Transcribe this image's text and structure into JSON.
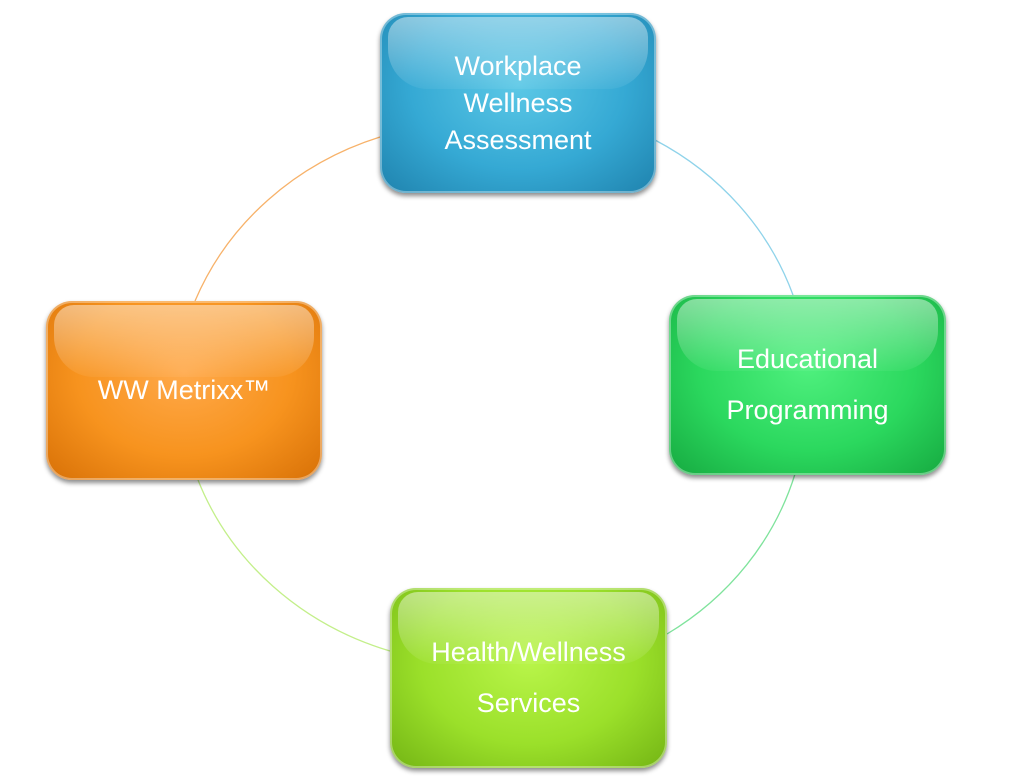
{
  "nodes": {
    "top": {
      "lines": [
        "Workplace",
        "Wellness",
        "Assessment"
      ],
      "color": "#35a9d4"
    },
    "right": {
      "lines": [
        "Educational",
        "Programming"
      ],
      "color": "#2bd85e"
    },
    "bottom": {
      "lines": [
        "Health/Wellness",
        "Services"
      ],
      "color": "#9be02a"
    },
    "left": {
      "lines": [
        "WW Metrixx™"
      ],
      "color": "#f7931e"
    }
  },
  "connector_colors": {
    "top_right": "#8fd3ea",
    "right_bottom": "#7fe39c",
    "bottom_left": "#c3ef8a",
    "left_top": "#f7b26a"
  }
}
